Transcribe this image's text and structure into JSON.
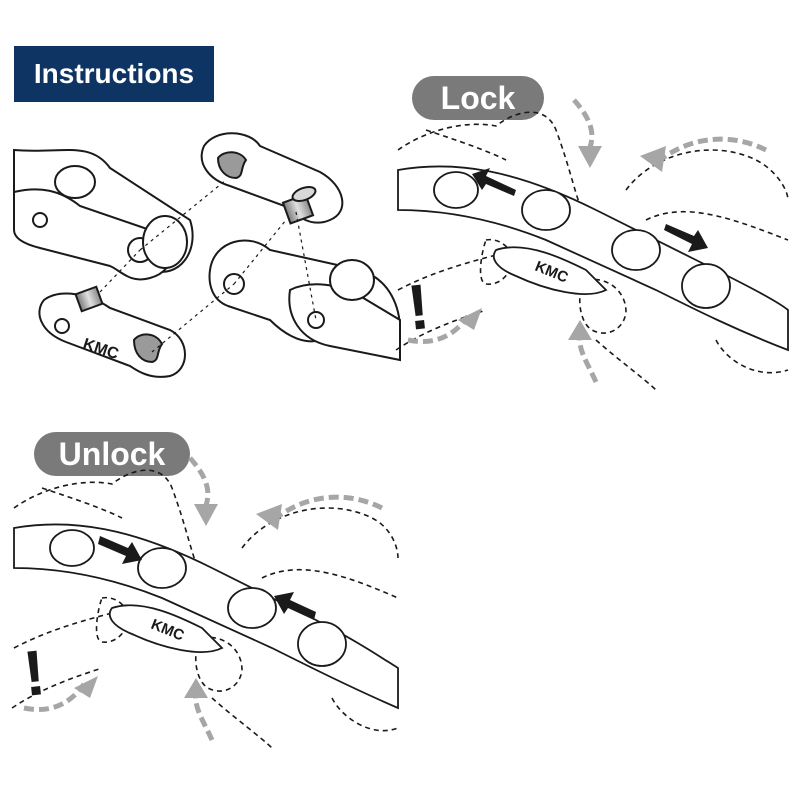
{
  "header": {
    "title": "Instructions"
  },
  "panels": {
    "exploded": {
      "brand_label_link": "KMC"
    },
    "lock": {
      "label": "Lock",
      "brand_label_link": "KMC",
      "warning_mark": "!"
    },
    "unlock": {
      "label": "Unlock",
      "brand_label_link": "KMC",
      "warning_mark": "!"
    }
  },
  "colors": {
    "banner_bg": "#0e3463",
    "pill_bg": "#7a7a7a",
    "arrow_gray": "#a6a6a6",
    "ink": "#1a1a1a"
  }
}
